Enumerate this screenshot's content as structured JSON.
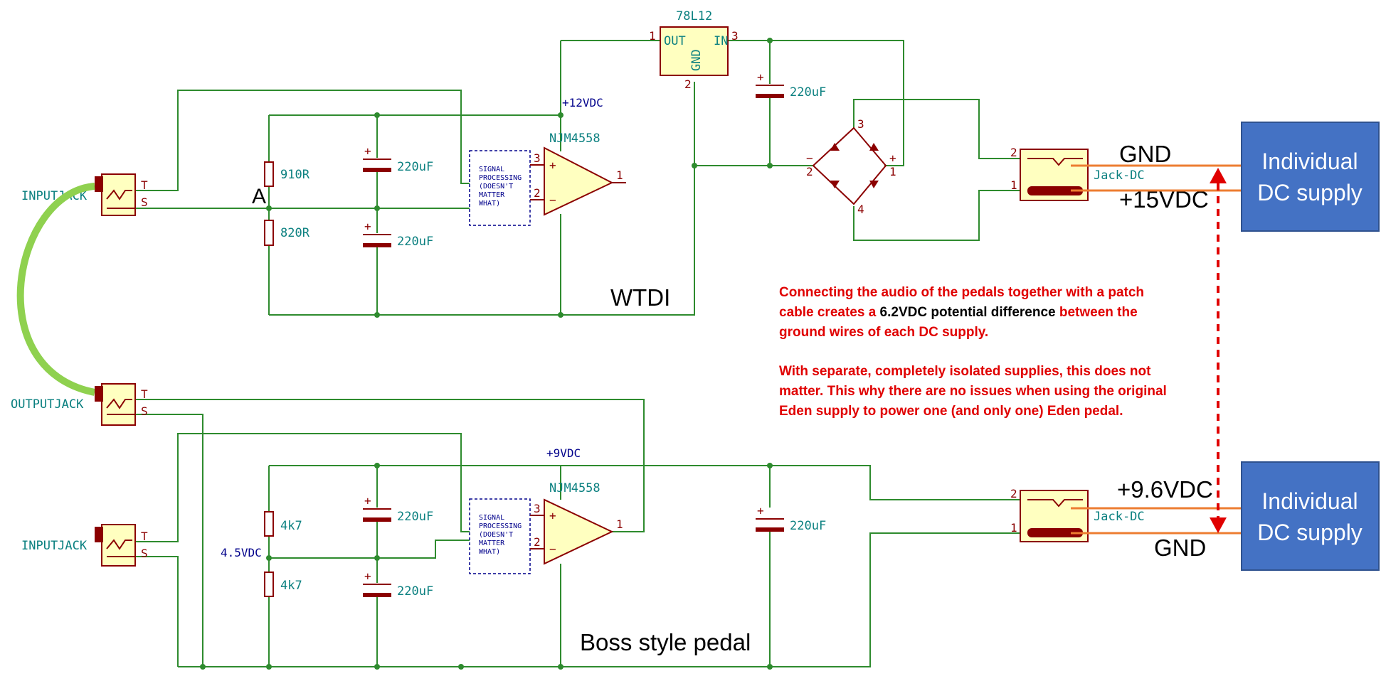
{
  "colors": {
    "wire": "#2e8b2e",
    "component": "#8b0000",
    "fill": "#ffffc0",
    "label": "#0b8080",
    "net": "#00008b",
    "cable": "#8fd14f",
    "supply_box": "#4472c4",
    "supply_line": "#ed7d31",
    "annotation": "#e00000"
  },
  "top_pedal": {
    "name": "WTDI",
    "input_jack": "INPUTJACK",
    "node_a": "A",
    "r1": "910R",
    "r2": "820R",
    "c1": "220uF",
    "c2": "220uF",
    "rail": "+12VDC",
    "opamp": "NJM4558",
    "regulator": "78L12",
    "reg_out": "OUT",
    "reg_in": "IN",
    "reg_gnd": "GND",
    "reg_cap": "220uF",
    "dc_jack": "Jack-DC",
    "gnd_label": "GND",
    "v_label": "+15VDC"
  },
  "bottom_pedal": {
    "name": "Boss style pedal",
    "output_jack": "OUTPUTJACK",
    "input_jack": "INPUTJACK",
    "bias": "4.5VDC",
    "r1": "4k7",
    "r2": "4k7",
    "c1": "220uF",
    "c2": "220uF",
    "rail": "+9VDC",
    "opamp": "NJM4558",
    "big_cap": "220uF",
    "dc_jack": "Jack-DC",
    "v_label": "+9.6VDC",
    "gnd_label": "GND"
  },
  "signal_processing": [
    "SIGNAL",
    "PROCESSING",
    "(DOESN'T",
    "MATTER",
    "WHAT)"
  ],
  "pins": {
    "tip": "T",
    "sleeve": "S",
    "one": "1",
    "two": "2",
    "three": "3",
    "four": "4",
    "plus": "+",
    "minus": "−",
    "tilde": "~"
  },
  "supply_top": {
    "line1": "Individual",
    "line2": "DC supply"
  },
  "supply_bottom": {
    "line1": "Individual",
    "line2": "DC supply"
  },
  "annotation": {
    "p1_a": "Connecting the audio of the pedals together with a patch",
    "p1_b_pre": "cable creates a ",
    "p1_b_hl": "6.2VDC potential difference",
    "p1_b_post": "  between the",
    "p1_c": "ground wires of each DC supply.",
    "p2_a": "With separate, completely isolated supplies, this does not",
    "p2_b": "matter. This why there are no issues when using the original",
    "p2_c": "Eden supply to power one (and only one) Eden pedal."
  }
}
